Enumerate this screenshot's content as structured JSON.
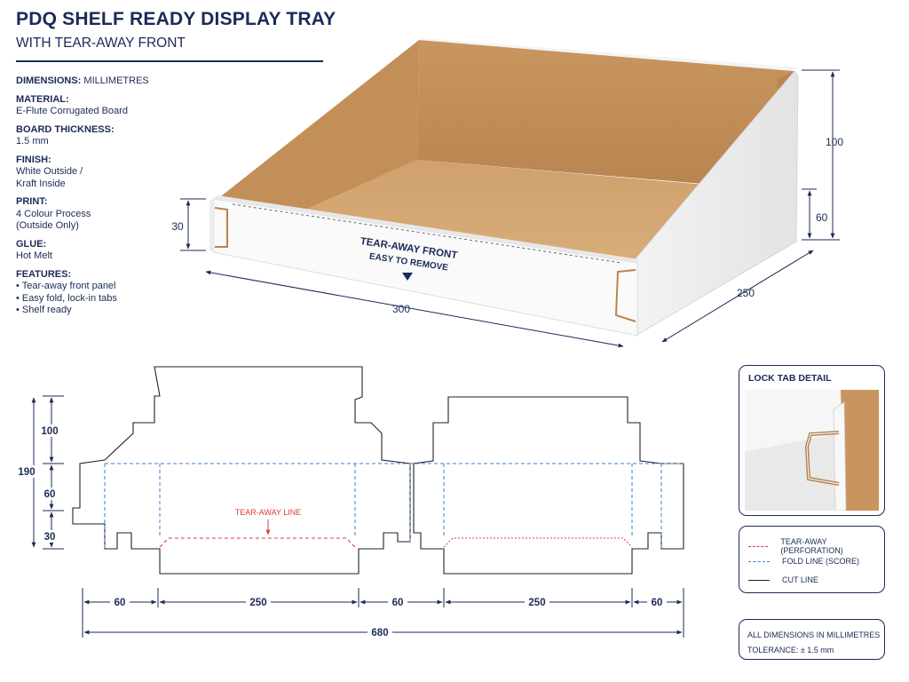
{
  "header": {
    "title": "PDQ SHELF READY DISPLAY TRAY",
    "subtitle": "WITH TEAR-AWAY FRONT"
  },
  "specs": {
    "dimensions_label": "DIMENSIONS:",
    "dimensions_value": "MILLIMETRES",
    "material_label": "MATERIAL:",
    "material_value": "E-Flute Corrugated Board",
    "thickness_label": "BOARD THICKNESS:",
    "thickness_value": "1.5 mm",
    "finish_label": "FINISH:",
    "finish_value": "White Outside /\nKraft Inside",
    "print_label": "PRINT:",
    "print_value": "4 Colour Process\n(Outside Only)",
    "glue_label": "GLUE:",
    "glue_value": "Hot Melt",
    "features_label": "FEATURES:",
    "features": [
      "Tear-away front panel",
      "Easy fold, lock-in tabs",
      "Shelf ready"
    ]
  },
  "tray": {
    "front_text_1": "TEAR-AWAY FRONT",
    "front_text_2": "EASY TO REMOVE",
    "dim_front_height": "30",
    "dim_width": "300",
    "dim_depth": "250",
    "dim_back_height": "100",
    "dim_side_height": "60"
  },
  "dieline": {
    "tear_label": "TEAR-AWAY LINE",
    "dim_v_top": "100",
    "dim_v_total": "190",
    "dim_v_mid": "60",
    "dim_v_bottom": "30",
    "dim_h": [
      "60",
      "250",
      "60",
      "250",
      "60"
    ],
    "dim_total": "680"
  },
  "lock_tab": {
    "title": "LOCK TAB DETAIL"
  },
  "legend": {
    "tear": "TEAR-AWAY (PERFORATION)",
    "fold": "FOLD LINE (SCORE)",
    "cut": "CUT LINE"
  },
  "notes": {
    "line1": "ALL DIMENSIONS IN MILLIMETRES",
    "line2": "TOLERANCE: ± 1.5 mm"
  },
  "colors": {
    "navy": "#1b2a57",
    "kraft": "#c8955e",
    "tear_red": "#e0393b",
    "fold_blue": "#3c7fc8"
  }
}
